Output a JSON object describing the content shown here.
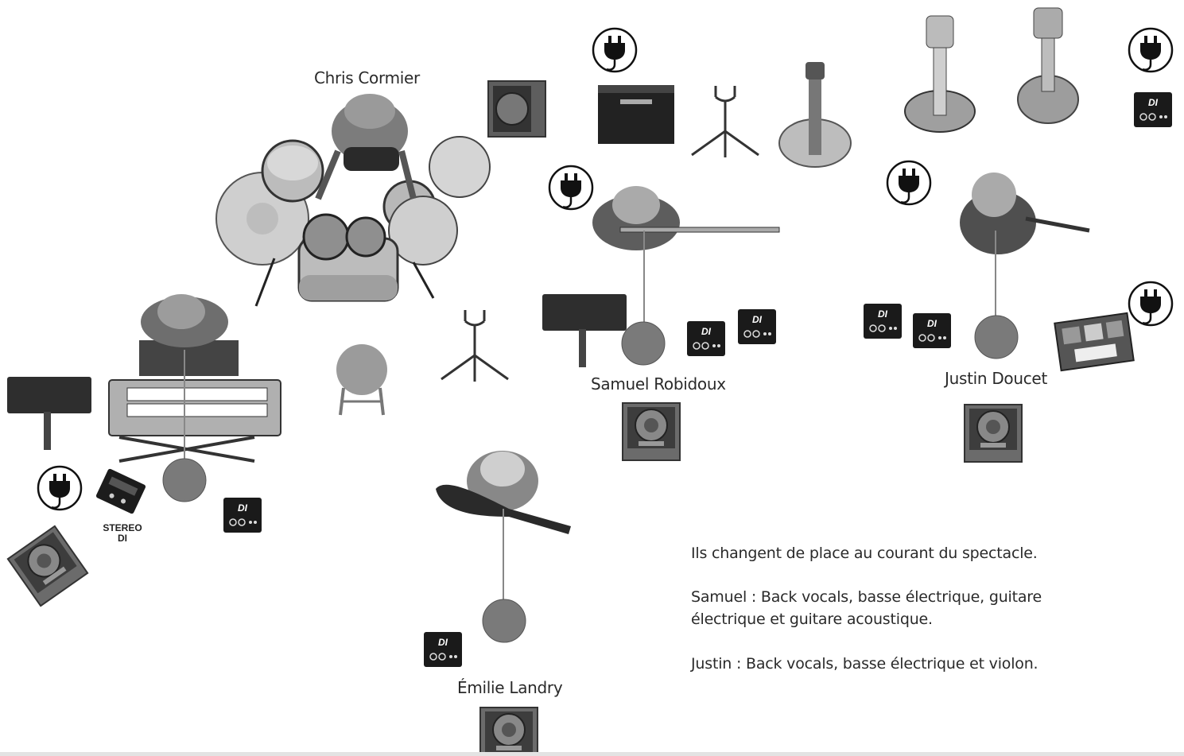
{
  "musicians": [
    {
      "id": "chris",
      "name": "Chris Cormier"
    },
    {
      "id": "samuel",
      "name": "Samuel Robidoux"
    },
    {
      "id": "justin",
      "name": "Justin Doucet"
    },
    {
      "id": "emilie",
      "name": "Émilie Landry"
    }
  ],
  "labels": {
    "stereo_di": "STEREO DI",
    "di_badge": "DI"
  },
  "notes": [
    "Ils changent de place au courant du spectacle.",
    "Samuel : Back vocals, basse électrique, guitare électrique et guitare acoustique.",
    "Justin : Back vocals, basse électrique et violon."
  ],
  "icons": {
    "power": "power-plug-icon",
    "di": "di-box-icon",
    "monitor": "stage-monitor-icon",
    "mic": "mic-stand-icon",
    "music_stand": "music-stand-icon",
    "guitar_stand": "guitar-stand-icon",
    "amp": "amplifier-icon",
    "drums": "drum-kit-icon",
    "keyboard": "keyboard-icon",
    "stool": "stool-icon",
    "pedalboard": "pedalboard-icon"
  }
}
